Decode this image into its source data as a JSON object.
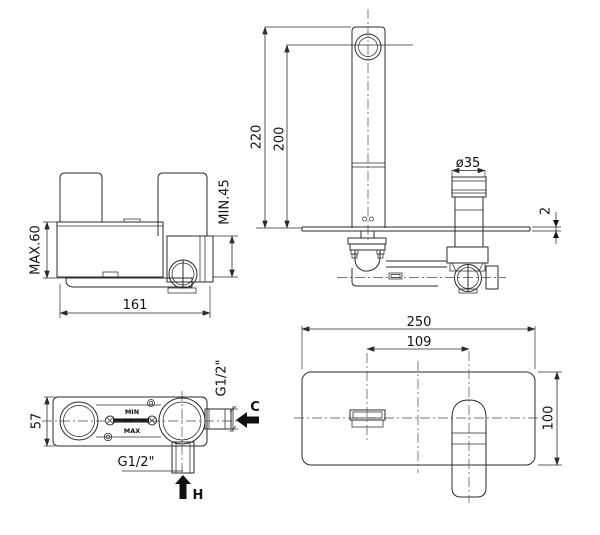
{
  "drawing": {
    "line_color": "#2b2b2b",
    "centerline_color": "#4a4a4a",
    "text_color": "#111111",
    "views": {
      "rough_side": {
        "max_depth": "MAX.60",
        "min_depth": "MIN.45",
        "width": "161"
      },
      "installed_side": {
        "spout_height": "220",
        "aerator_height": "200",
        "cartridge_diameter": "ø35",
        "plate_thickness": "2"
      },
      "rough_top": {
        "depth": "57",
        "cold_thread": "G1/2\"",
        "hot_thread": "G1/2\"",
        "min": "MIN",
        "max": "MAX",
        "cold": "C",
        "hot": "H"
      },
      "front": {
        "plate_width": "250",
        "spout_to_handle": "109",
        "plate_height": "100"
      }
    }
  }
}
